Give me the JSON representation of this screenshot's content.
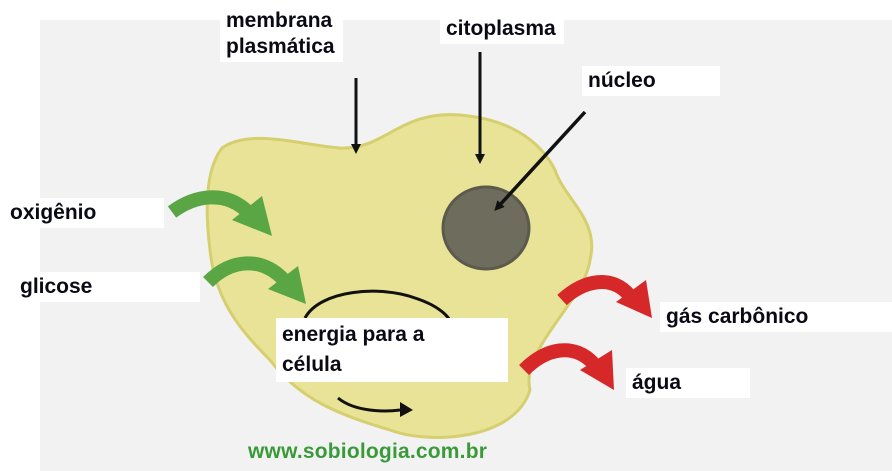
{
  "labels": {
    "membrana": "membrana\nplasmática",
    "citoplasma": "citoplasma",
    "nucleo": "núcleo",
    "oxigenio": "oxigênio",
    "glicose": "glicose",
    "energia": "energia para a\ncélula",
    "gas_carbonico": "gás carbônico",
    "agua": "água"
  },
  "watermark": "www.sobiologia.com.br",
  "colors": {
    "cell_fill": "#e8e396",
    "cell_outline": "#d6cf70",
    "nucleus": "#6e6c5c",
    "input_arrow": "#5aa645",
    "output_arrow": "#d62828",
    "pointer_arrow": "#111111",
    "watermark": "#3a9a3a"
  },
  "icons": {
    "input_arrows": "green-curved-arrow",
    "output_arrows": "red-curved-arrow",
    "pointers": "black-straight-arrow",
    "energy_cycle": "black-circular-arrow"
  }
}
